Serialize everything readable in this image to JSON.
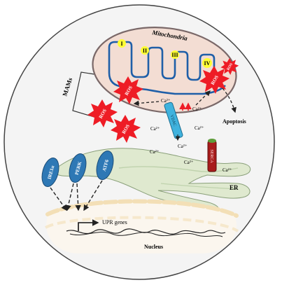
{
  "labels": {
    "mitochondria": "Mitochondria",
    "mams": "MAMs",
    "er": "ER",
    "nucleus": "Nucleus",
    "apoptosis": "Apoptosis",
    "upr_genes": "UPR genes"
  },
  "complexes": [
    "I",
    "II",
    "III",
    "IV"
  ],
  "ros_labels": [
    "ROS",
    "ROS",
    "ROS",
    "ROS",
    "ROS"
  ],
  "calcium": "Ca²⁺",
  "channels": {
    "vdac": "VDAC",
    "serca": "SERCA"
  },
  "sensors": [
    "IRE1α",
    "PERK",
    "ATF6"
  ],
  "colors": {
    "mito_fill": "#f3ddd3",
    "mito_stroke": "#7a6868",
    "cristae": "#1f5fa8",
    "ros": "#ee1c25",
    "er_fill": "#dfe9cf",
    "sensor": "#2e78b5",
    "vdac": "#40b2dd",
    "serca": "#a81c1c",
    "nucleus": "#f3dfb6",
    "complex": "#ffff33"
  }
}
